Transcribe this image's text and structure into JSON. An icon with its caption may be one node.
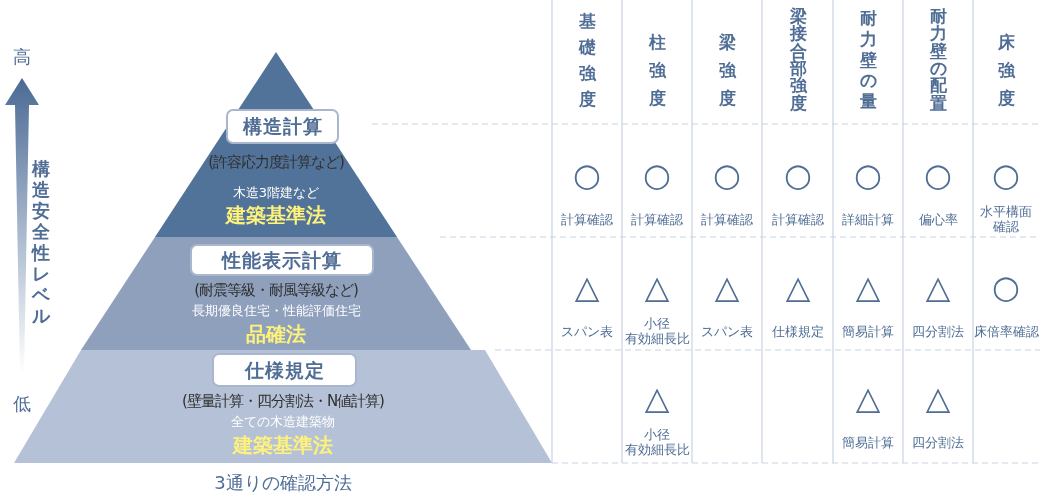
{
  "diagram": {
    "caption": "3通りの確認方法",
    "nodes": [
      {
        "text": [
          "(許容応力度計算など)",
          "木造3階建など",
          "建築基準法"
        ]
      },
      {
        "text": [
          "構造計算"
        ],
        "in": 0
      },
      {
        "text": [
          "(耐震等級・耐風等級など)",
          "長期優良住宅・性能評価住宅",
          "品確法"
        ]
      },
      {
        "text": [
          "性能表示計算"
        ],
        "in": 2
      },
      {
        "text": [
          "(壁量計算・四分割法・N値計算)",
          "全ての木造建築物",
          "建築基準法"
        ]
      },
      {
        "text": [
          "仕様規定"
        ],
        "in": 4
      }
    ],
    "labels": [
      "高",
      "構造安全性レベル",
      "低",
      "基礎強度",
      "柱強度",
      "梁強度",
      "梁接合部強度",
      "耐力壁の量",
      "耐力壁の配置",
      "床強度",
      "○",
      "計算確認",
      "○",
      "計算確認",
      "○",
      "計算確認",
      "○",
      "計算確認",
      "○",
      "詳細計算",
      "○",
      "偏心率",
      "○",
      "水平構面確認",
      "△",
      "スパン表",
      "△",
      "小径有効細長比",
      "△",
      "スパン表",
      "△",
      "仕様規定",
      "△",
      "簡易計算",
      "△",
      "四分割法",
      "○",
      "床倍率確認",
      "△",
      "小径有効細長比",
      "△",
      "簡易計算",
      "△",
      "四分割法"
    ]
  }
}
